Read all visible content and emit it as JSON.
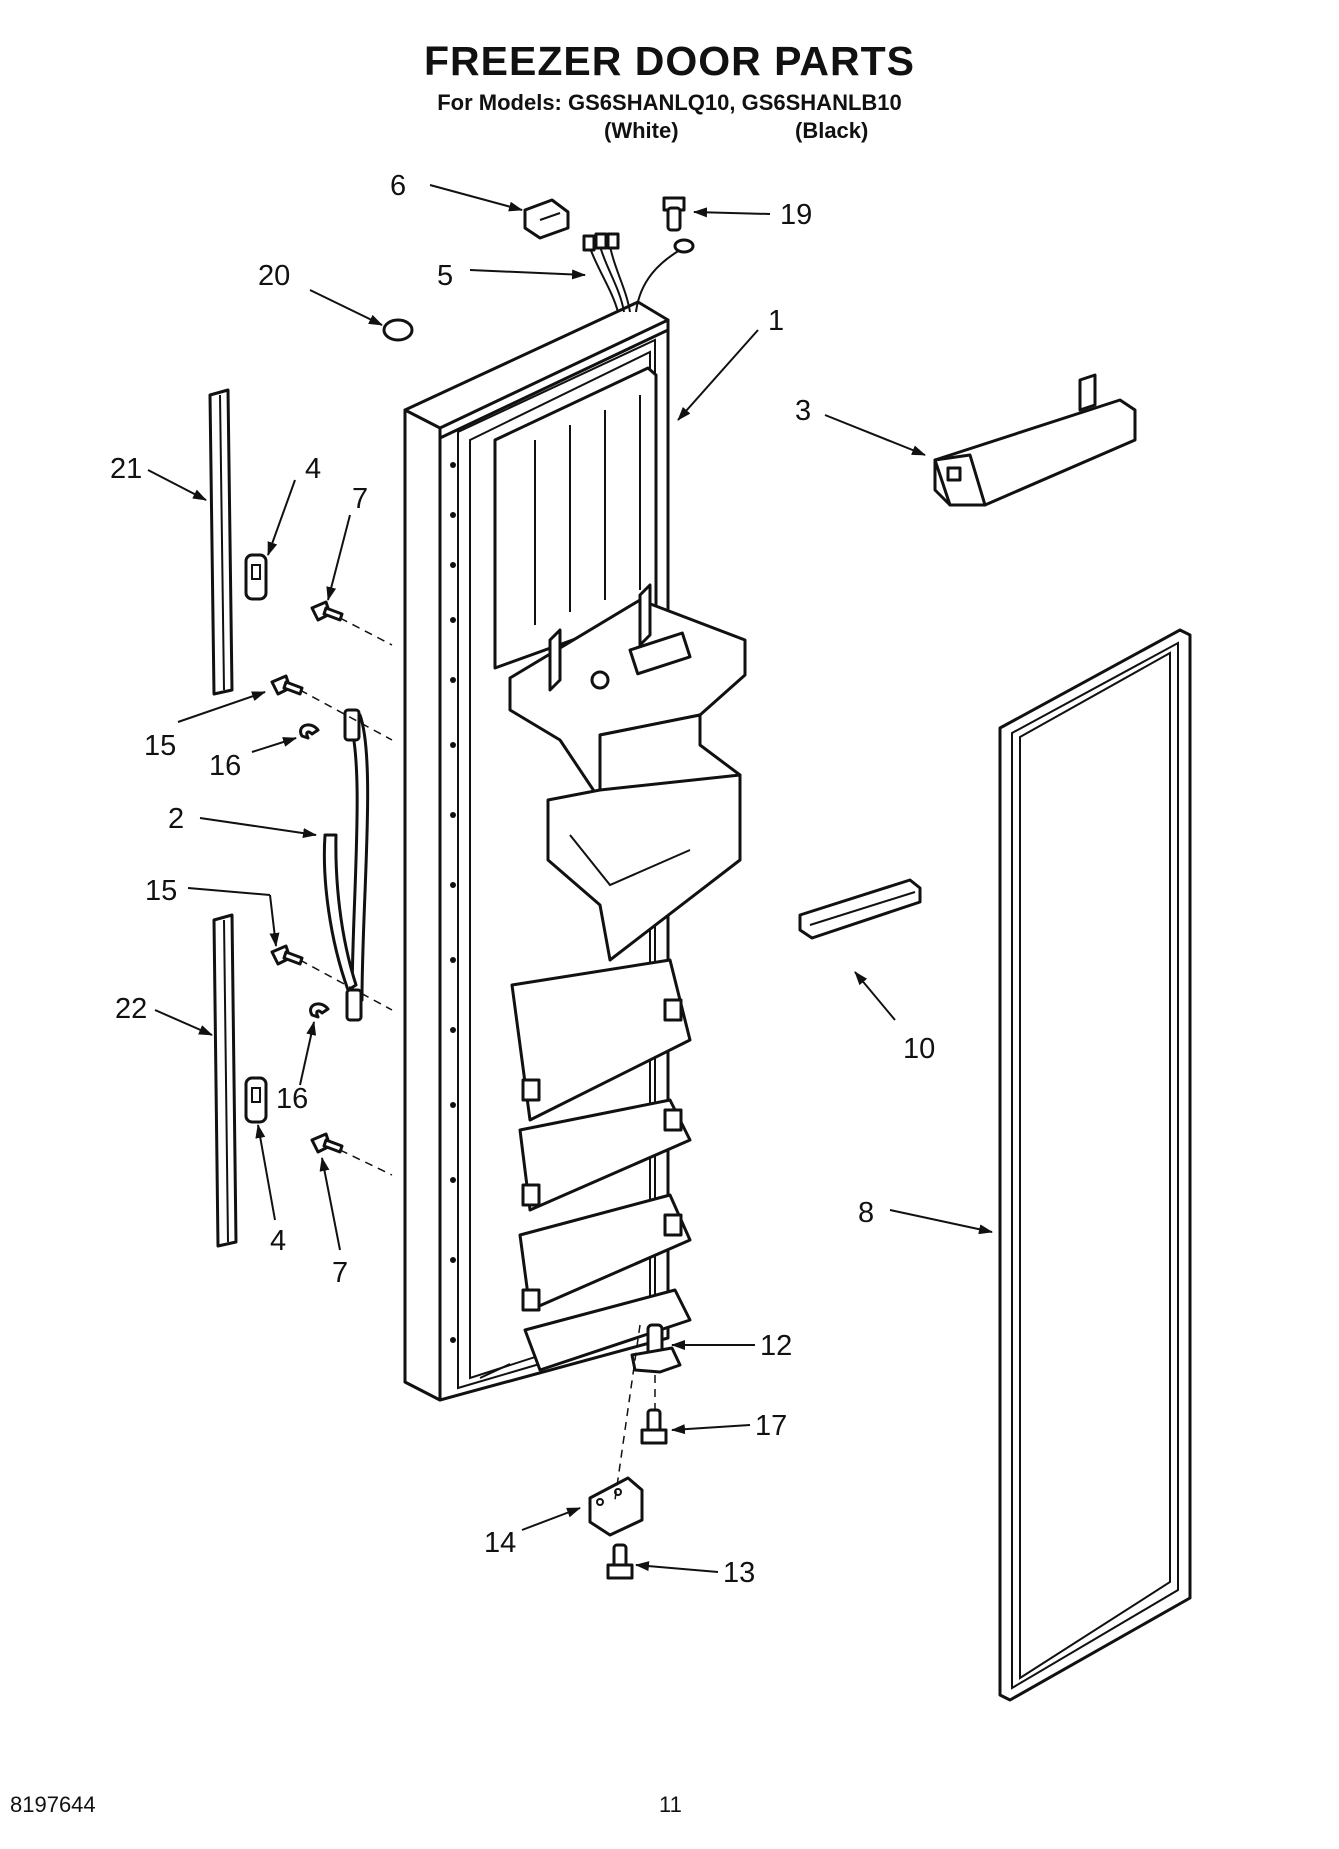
{
  "header": {
    "title": "FREEZER DOOR PARTS",
    "models_line": "For Models: GS6SHANLQ10, GS6SHANLB10",
    "color_white": "(White)",
    "color_black": "(Black)"
  },
  "footer": {
    "doc_number": "8197644",
    "page_number": "11"
  },
  "callouts": [
    {
      "id": "c1",
      "label": "1"
    },
    {
      "id": "c2",
      "label": "2"
    },
    {
      "id": "c3",
      "label": "3"
    },
    {
      "id": "c4a",
      "label": "4"
    },
    {
      "id": "c4b",
      "label": "4"
    },
    {
      "id": "c5",
      "label": "5"
    },
    {
      "id": "c6",
      "label": "6"
    },
    {
      "id": "c7a",
      "label": "7"
    },
    {
      "id": "c7b",
      "label": "7"
    },
    {
      "id": "c8",
      "label": "8"
    },
    {
      "id": "c10",
      "label": "10"
    },
    {
      "id": "c12",
      "label": "12"
    },
    {
      "id": "c13",
      "label": "13"
    },
    {
      "id": "c14",
      "label": "14"
    },
    {
      "id": "c15a",
      "label": "15"
    },
    {
      "id": "c15b",
      "label": "15"
    },
    {
      "id": "c16a",
      "label": "16"
    },
    {
      "id": "c16b",
      "label": "16"
    },
    {
      "id": "c17",
      "label": "17"
    },
    {
      "id": "c19",
      "label": "19"
    },
    {
      "id": "c20",
      "label": "20"
    },
    {
      "id": "c21",
      "label": "21"
    },
    {
      "id": "c22",
      "label": "22"
    }
  ]
}
